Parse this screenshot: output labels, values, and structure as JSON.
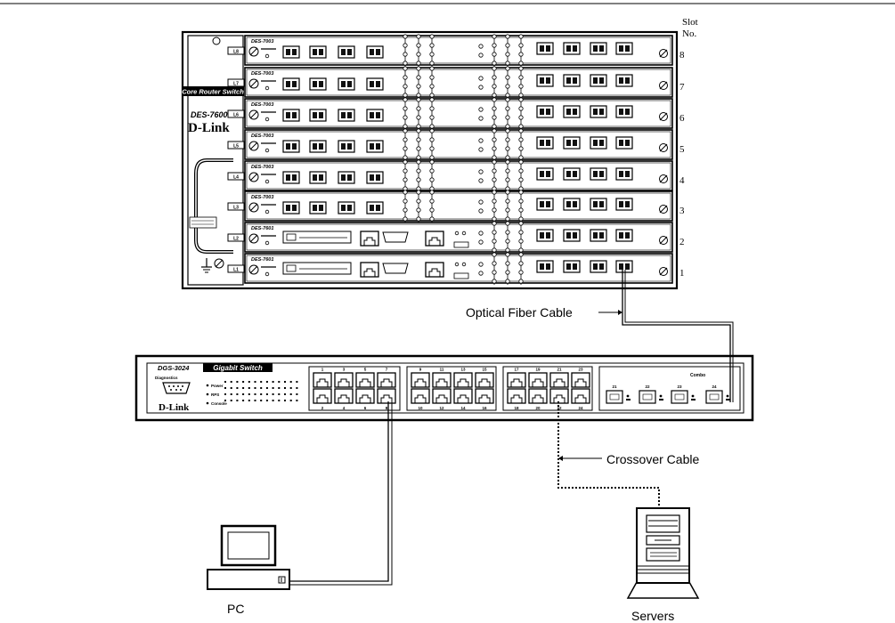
{
  "chassis": {
    "slot_header_line1": "Slot",
    "slot_header_line2": "No.",
    "model": "DES-7600",
    "category": "Core Router Switch",
    "brand": "D-Link",
    "slots": [
      {
        "number": "8",
        "port": "L8",
        "module": "DES-7003"
      },
      {
        "number": "7",
        "port": "L7",
        "module": "DES-7003"
      },
      {
        "number": "6",
        "port": "L6",
        "module": "DES-7003"
      },
      {
        "number": "5",
        "port": "L5",
        "module": "DES-7003"
      },
      {
        "number": "4",
        "port": "L4",
        "module": "DES-7003"
      },
      {
        "number": "3",
        "port": "L3",
        "module": "DES-7003"
      },
      {
        "number": "2",
        "port": "L2",
        "module": "DES-7601"
      },
      {
        "number": "1",
        "port": "L1",
        "module": "DES-7601"
      }
    ]
  },
  "switch": {
    "model": "DGS-3024",
    "category": "Gigabit Switch",
    "brand": "D-Link",
    "console_label": "Diagnostics",
    "led_labels": [
      "Power",
      "RPS",
      "Console"
    ],
    "group1_top": [
      "1",
      "3",
      "5",
      "7"
    ],
    "group1_bottom": [
      "2",
      "4",
      "6",
      "8"
    ],
    "group2_top": [
      "9",
      "11",
      "13",
      "15"
    ],
    "group2_bottom": [
      "10",
      "12",
      "14",
      "16"
    ],
    "group3_top": [
      "17",
      "19",
      "21",
      "23"
    ],
    "group3_bottom": [
      "18",
      "20",
      "22",
      "24"
    ],
    "combo_label": "Combo",
    "sfp_ports": [
      "21",
      "22",
      "23",
      "24"
    ]
  },
  "labels": {
    "fiber": "Optical Fiber Cable",
    "crossover": "Crossover Cable",
    "pc": "PC",
    "servers": "Servers"
  }
}
